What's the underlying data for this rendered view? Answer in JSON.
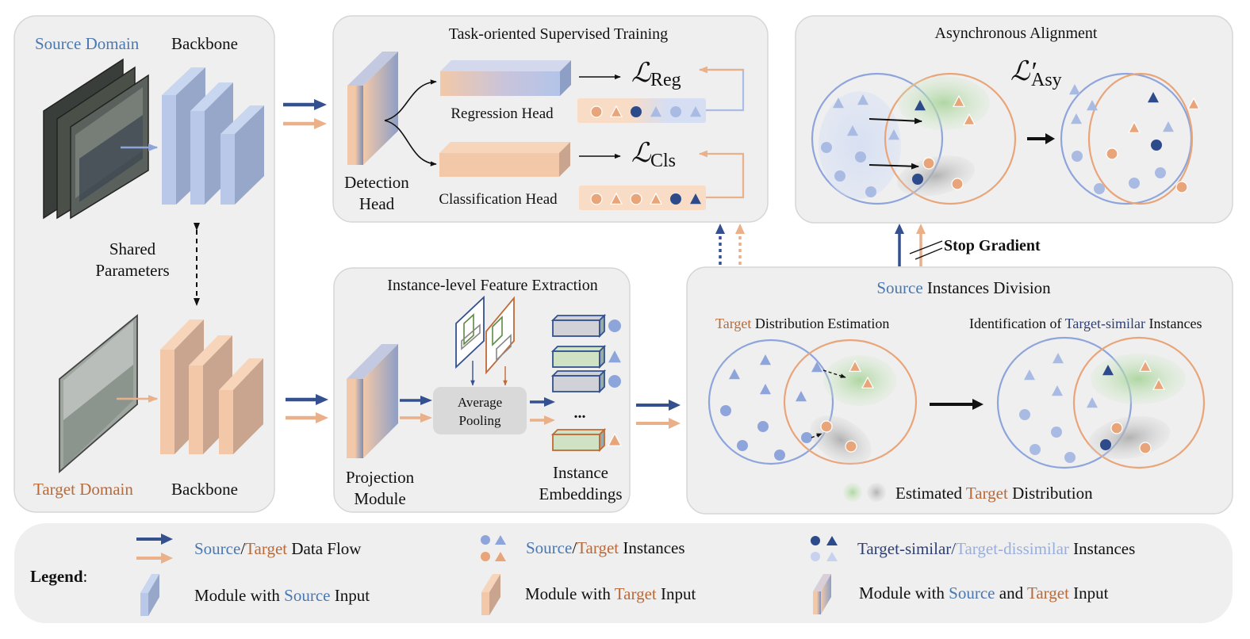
{
  "colors": {
    "source_text": "#4a78b0",
    "target_text": "#b86a3a",
    "source_flow": "#34508f",
    "target_flow": "#e9b08a",
    "source_module": "#b9c8e8",
    "target_module": "#f2c8a8",
    "target_similar": "#2d4a8a",
    "target_dissimilar": "#a9bbe3",
    "source_instance": "#8ea5dc",
    "target_instance": "#e9a57a",
    "green_dist": "#b9dcae",
    "gray_dist": "#c4c4c4",
    "panel_bg": "#efefef"
  },
  "left_panel": {
    "source_domain": "Source Domain",
    "source_backbone": "Backbone",
    "shared_parameters_line1": "Shared",
    "shared_parameters_line2": "Parameters",
    "target_domain": "Target Domain",
    "target_backbone": "Backbone"
  },
  "training_panel": {
    "title": "Task-oriented Supervised Training",
    "detection_head_line1": "Detection",
    "detection_head_line2": "Head",
    "regression_head": "Regression Head",
    "classification_head": "Classification Head",
    "loss_reg_symbol": "ℒ",
    "loss_reg_sub": "Reg",
    "loss_cls_symbol": "ℒ",
    "loss_cls_sub": "Cls",
    "regression_instances": [
      "target-circle",
      "target-triangle",
      "similar-circle",
      "dissimilar-triangle",
      "dissimilar-circle",
      "dissimilar-triangle"
    ],
    "classification_instances": [
      "target-circle",
      "target-triangle",
      "target-circle",
      "target-triangle",
      "similar-circle",
      "similar-triangle"
    ]
  },
  "alignment_panel": {
    "title": "Asynchronous Alignment",
    "loss_symbol": "ℒ′",
    "loss_sub": "Asy"
  },
  "stop_gradient": "Stop Gradient",
  "feature_panel": {
    "title": "Instance-level Feature Extraction",
    "projection_line1": "Projection",
    "projection_line2": "Module",
    "pooling_line1": "Average",
    "pooling_line2": "Pooling",
    "ellipsis": "...",
    "embeddings_line1": "Instance",
    "embeddings_line2": "Embeddings"
  },
  "division_panel": {
    "title_source": "Source",
    "title_rest": " Instances Division",
    "estimation_target": "Target",
    "estimation_rest": " Distribution Estimation",
    "identification_prefix": "Identification of ",
    "identification_similar": "Target-similar",
    "identification_suffix": " Instances",
    "estimated_prefix": "Estimated ",
    "estimated_target": "Target",
    "estimated_suffix": " Distribution"
  },
  "legend": {
    "title": "Legend",
    "colon": ":",
    "flow_source": "Source",
    "flow_slash": "/",
    "flow_target": "Target",
    "flow_suffix": " Data Flow",
    "inst_source": "Source",
    "inst_slash": "/",
    "inst_target": "Target",
    "inst_suffix": " Instances",
    "sim_similar": "Target-similar",
    "sim_slash": "/",
    "sim_dissimilar": "Target-dissimilar",
    "sim_suffix": " Instances",
    "mod_src_prefix": "Module with ",
    "mod_src_source": "Source",
    "mod_src_suffix": " Input",
    "mod_tgt_prefix": "Module with ",
    "mod_tgt_target": "Target",
    "mod_tgt_suffix": " Input",
    "mod_both_prefix": "Module with ",
    "mod_both_source": "Source",
    "mod_both_and": " and ",
    "mod_both_target": "Target",
    "mod_both_suffix": " Input"
  }
}
